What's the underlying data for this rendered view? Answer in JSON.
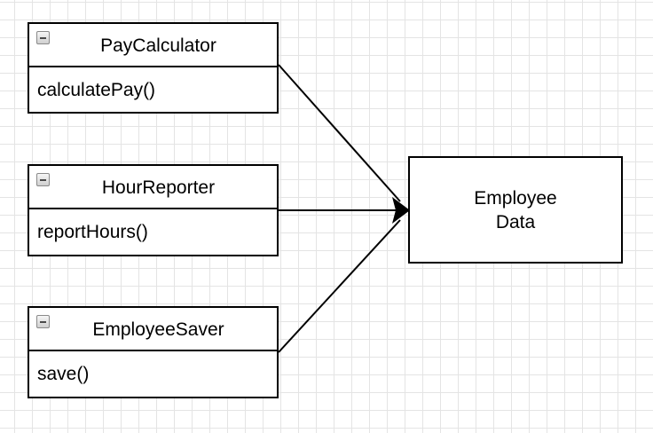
{
  "classes": [
    {
      "name": "PayCalculator",
      "method": "calculatePay()"
    },
    {
      "name": "HourReporter",
      "method": "reportHours()"
    },
    {
      "name": "EmployeeSaver",
      "method": "save()"
    }
  ],
  "entity": {
    "line1": "Employee",
    "line2": "Data"
  },
  "icons": {
    "collapse": "collapse-minus-icon",
    "arrowhead": "arrowhead-icon"
  },
  "colors": {
    "stroke": "#000000",
    "grid": "#e4e4e4",
    "background": "#ffffff"
  }
}
